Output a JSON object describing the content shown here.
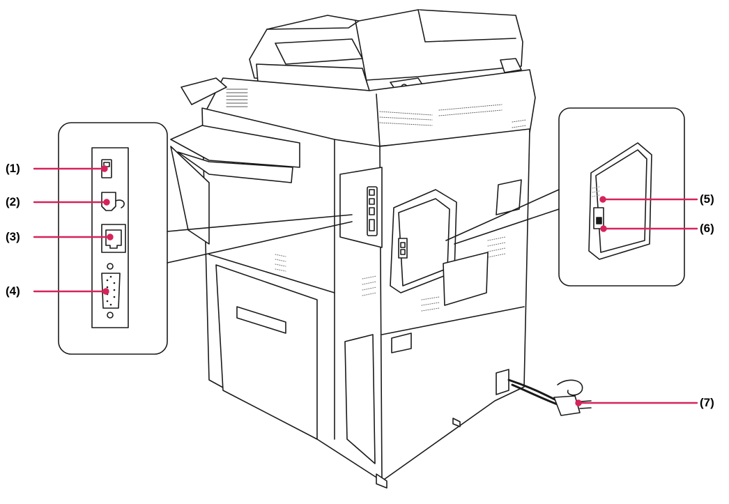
{
  "colors": {
    "callout": "#d6235a",
    "line": "#1a1a1a",
    "fill": "#ffffff",
    "shade": "#e8e8e8"
  },
  "callouts": [
    {
      "id": 1,
      "label": "(1)",
      "target": "usb-port-type-a"
    },
    {
      "id": 2,
      "label": "(2)",
      "target": "usb-port-type-b"
    },
    {
      "id": 3,
      "label": "(3)",
      "target": "lan-connector"
    },
    {
      "id": 4,
      "label": "(4)",
      "target": "serial-port-d-sub"
    },
    {
      "id": 5,
      "label": "(5)",
      "target": "connector-upper"
    },
    {
      "id": 6,
      "label": "(6)",
      "target": "connector-lower"
    },
    {
      "id": 7,
      "label": "(7)",
      "target": "power-plug"
    }
  ]
}
